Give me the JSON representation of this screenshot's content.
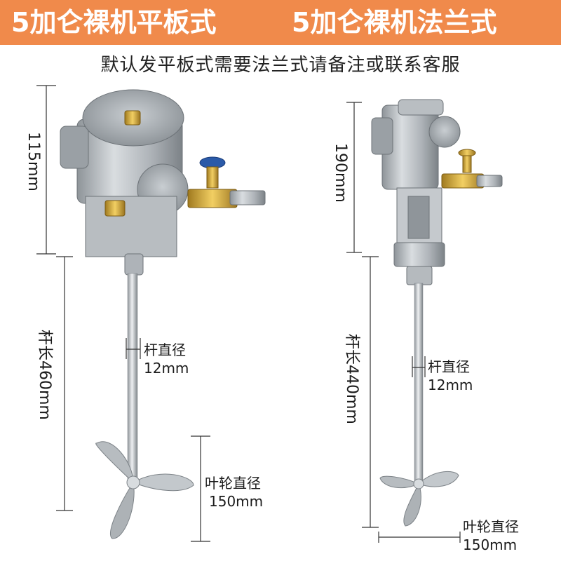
{
  "banner": {
    "title_left": "5加仑裸机平板式",
    "title_right": "5加仑裸机法兰式",
    "bg_color": "#f08a4b",
    "text_color": "#ffffff"
  },
  "subtitle": "默认发平板式需要法兰式请备注或联系客服",
  "left_product": {
    "motor_height": "115mm",
    "rod_length": "杆长460mm",
    "rod_diameter_label": "杆直径",
    "rod_diameter_value": "12mm",
    "impeller_diameter_label": "叶轮直径",
    "impeller_diameter_value": "150mm"
  },
  "right_product": {
    "motor_height": "190mm",
    "rod_length": "杆长440mm",
    "rod_diameter_label": "杆直径",
    "rod_diameter_value": "12mm",
    "impeller_diameter_label": "叶轮直径",
    "impeller_diameter_value": "150mm"
  }
}
